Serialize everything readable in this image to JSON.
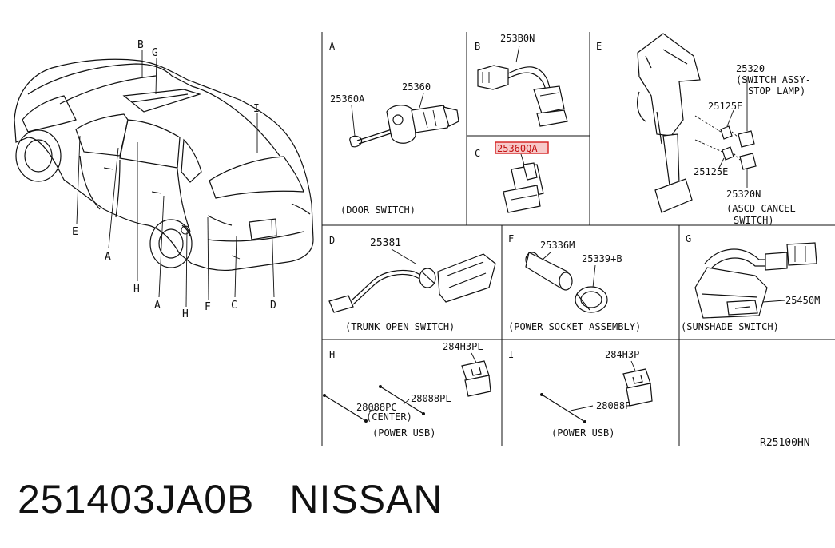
{
  "car_callouts": [
    "B",
    "G",
    "I",
    "E",
    "A",
    "H",
    "A",
    "H",
    "F",
    "C",
    "D"
  ],
  "panels": {
    "A": {
      "letter": "A",
      "parts": [
        "25360A",
        "25360"
      ],
      "caption": "(DOOR SWITCH)"
    },
    "B": {
      "letter": "B",
      "parts": [
        "253B0N"
      ]
    },
    "C": {
      "letter": "C",
      "parts": [
        "25360QA"
      ],
      "highlighted_part": "25360QA"
    },
    "E": {
      "letter": "E",
      "parts": [
        "25320",
        "25125E",
        "25125E",
        "25320N"
      ],
      "notes": [
        "(SWITCH ASSY-",
        "STOP LAMP)",
        "(ASCD CANCEL",
        "SWITCH)"
      ]
    },
    "D": {
      "letter": "D",
      "parts": [
        "25381"
      ],
      "caption": "(TRUNK OPEN SWITCH)"
    },
    "F": {
      "letter": "F",
      "parts": [
        "25336M",
        "25339+B"
      ],
      "caption": "(POWER SOCKET ASSEMBLY)"
    },
    "G": {
      "letter": "G",
      "parts": [
        "25450M"
      ],
      "caption": "(SUNSHADE SWITCH)"
    },
    "H": {
      "letter": "H",
      "parts": [
        "284H3PL",
        "28088PL",
        "28088PC",
        "(CENTER)"
      ],
      "caption": "(POWER USB)"
    },
    "I": {
      "letter": "I",
      "parts": [
        "284H3P",
        "28088P"
      ],
      "caption": "(POWER USB)"
    }
  },
  "diagram_code": "R25100HN",
  "footer": {
    "part_number": "251403JA0B",
    "brand": "NISSAN"
  },
  "colors": {
    "highlight_fill": "#f7c9c9",
    "highlight_stroke": "#d31c1c"
  }
}
